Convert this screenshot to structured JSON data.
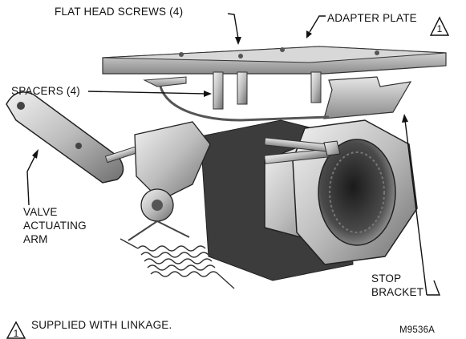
{
  "labels": {
    "flat_head_screws": "FLAT HEAD SCREWS (4)",
    "adapter_plate": "ADAPTER PLATE",
    "spacers": "SPACERS (4)",
    "valve_arm": "VALVE\nACTUATING\nARM",
    "stop_bracket": "STOP\nBRACKET"
  },
  "note": {
    "marker": "1",
    "text": "SUPPLIED WITH LINKAGE."
  },
  "figure_id": "M9536A"
}
